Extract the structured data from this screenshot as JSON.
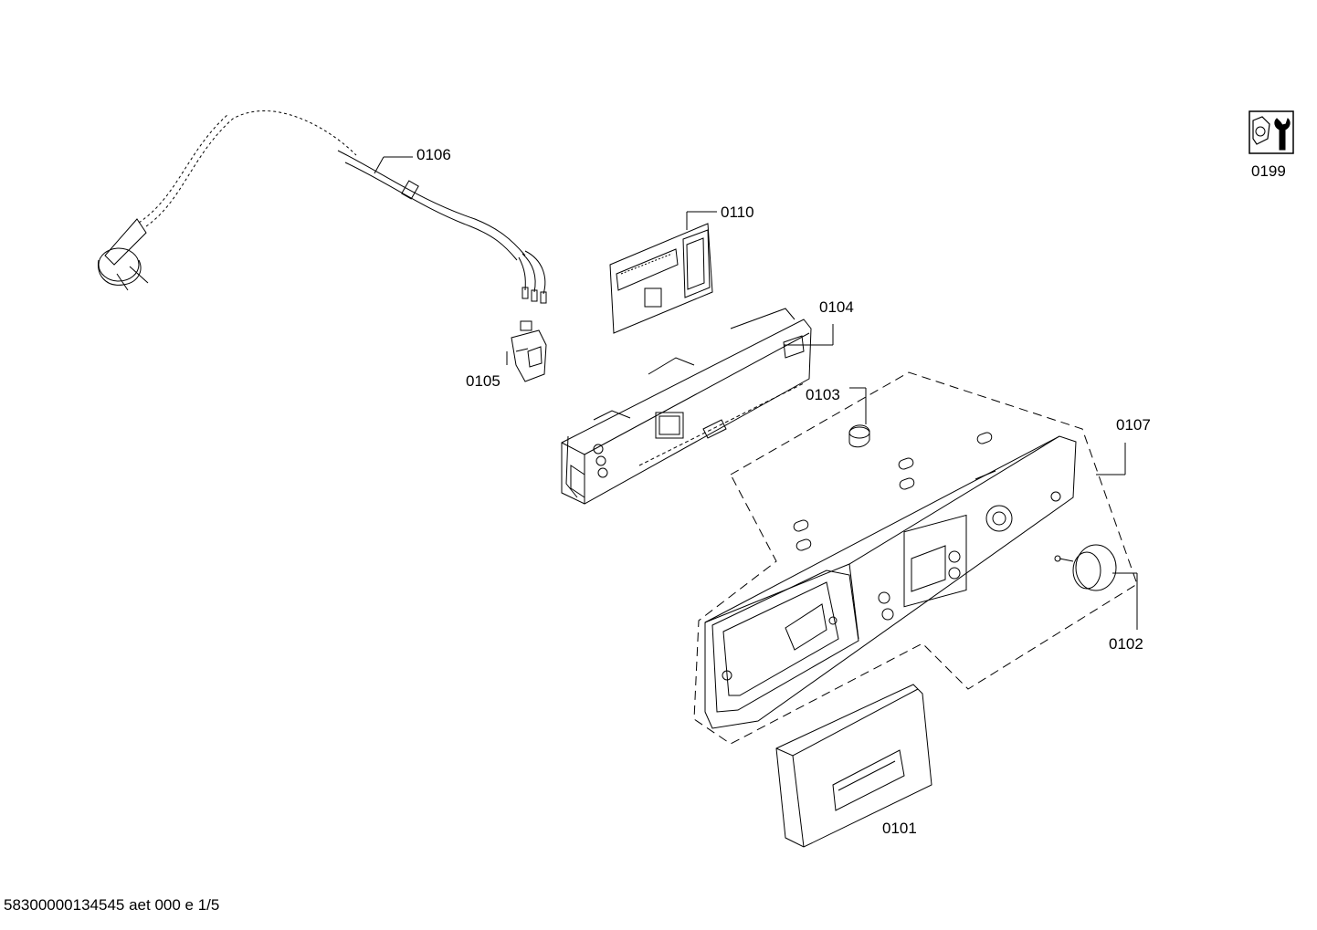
{
  "parts": [
    {
      "id": "p0106",
      "label": "0106"
    },
    {
      "id": "p0110",
      "label": "0110"
    },
    {
      "id": "p0104",
      "label": "0104"
    },
    {
      "id": "p0105",
      "label": "0105"
    },
    {
      "id": "p0103",
      "label": "0103"
    },
    {
      "id": "p0107",
      "label": "0107"
    },
    {
      "id": "p0102",
      "label": "0102"
    },
    {
      "id": "p0101",
      "label": "0101"
    },
    {
      "id": "p0199",
      "label": "0199"
    }
  ],
  "footer": "58300000134545 aet 000 e 1/5",
  "icons": {
    "service": "wrench-nut-icon"
  }
}
